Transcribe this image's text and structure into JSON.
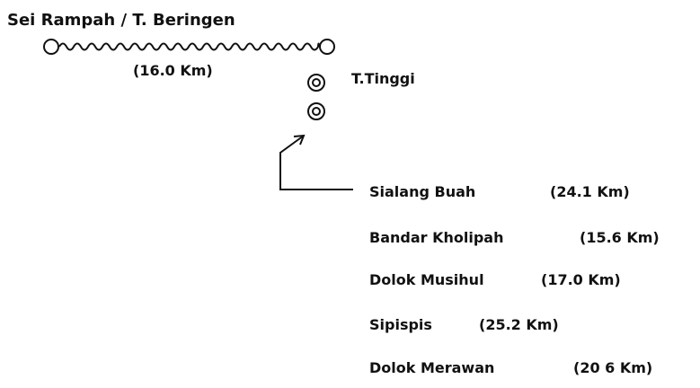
{
  "route": {
    "origin_label": "Sei  Rampah / T. Beringen",
    "distance_label": "(16.0 Km)",
    "destination_label": "T.Tinggi"
  },
  "feeder_routes": [
    {
      "name": "Sialang   Buah",
      "distance": "(24.1 Km)"
    },
    {
      "name": "Bandar    Kholipah",
      "distance": "(15.6 Km)"
    },
    {
      "name": "Dolok  Musihul",
      "distance": "(17.0 Km)"
    },
    {
      "name": "Sipispis",
      "distance": "(25.2 Km)"
    },
    {
      "name": "Dolok   Merawan",
      "distance": "(20 6 Km)"
    }
  ]
}
